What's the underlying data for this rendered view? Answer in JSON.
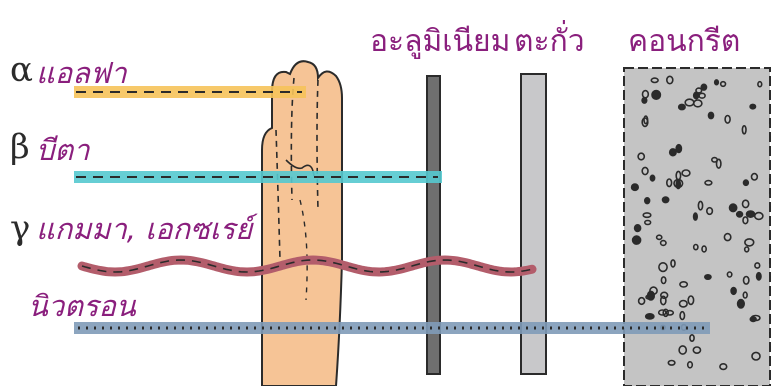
{
  "headers": {
    "aluminium": "อะลูมิเนียม",
    "lead": "ตะกั่ว",
    "concrete": "คอนกรีต"
  },
  "radiation": [
    {
      "symbol": "α",
      "name": "แอลฟา",
      "band_color": "#f6c35a",
      "stops_at": "hand"
    },
    {
      "symbol": "β",
      "name": "บีตา",
      "band_color": "#55c9cf",
      "stops_at": "aluminium"
    },
    {
      "symbol": "γ",
      "name": "แกมมา, เอกซเรย์",
      "band_color": "#b35d6b",
      "stops_at": "lead"
    },
    {
      "symbol": "",
      "name": "นิวตรอน",
      "band_color": "#7f9bb8",
      "stops_at": "concrete"
    }
  ],
  "colors": {
    "label_text": "#8a1f7d",
    "skin": "#f6c496",
    "aluminium": "#6f6f6f",
    "lead": "#c8c8ca",
    "concrete": "#c4c4c4"
  }
}
